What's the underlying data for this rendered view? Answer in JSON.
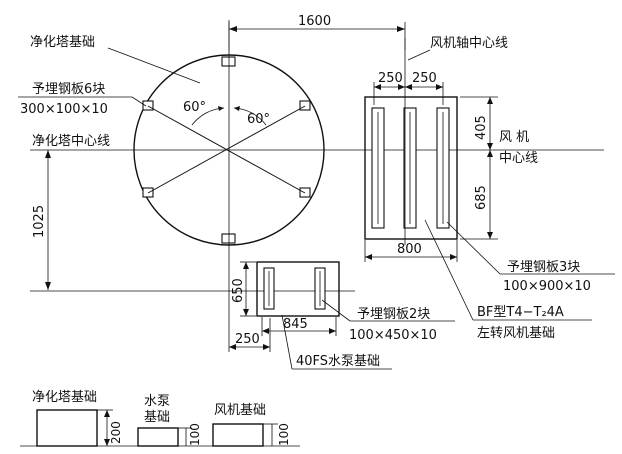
{
  "plan": {
    "dim_total_width": "1600",
    "label_tower_foundation": "净化塔基础",
    "label_plates6_title": "予埋钢板6块",
    "label_plates6_size": "300×100×10",
    "angle_left": "60°",
    "angle_right": "60°",
    "label_tower_centerline": "净化塔中心线",
    "dim_1025": "1025",
    "label_fan_axis_centerline": "风机轴中心线",
    "dim_250_left": "250",
    "dim_250_right": "250",
    "dim_405": "405",
    "dim_685": "685",
    "label_fan_centerline_1": "风  机",
    "label_fan_centerline_2": "中心线",
    "dim_800": "800",
    "label_plates3_title": "予埋钢板3块",
    "label_plates3_size": "100×900×10",
    "label_fan_model": "BF型T4−T₂4A",
    "label_fan_foundation": "左转风机基础",
    "dim_650": "650",
    "dim_845": "845",
    "label_plates2_title": "予埋钢板2块",
    "label_plates2_size": "100×450×10",
    "dim_250_bottom": "250",
    "label_pump_foundation": "40FS水泵基础"
  },
  "elevation": {
    "label_tower": "净化塔基础",
    "label_pump_1": "水泵",
    "label_pump_2": "基础",
    "label_fan": "风机基础",
    "dim_tower_height": "200",
    "dim_pump_height": "100",
    "dim_fan_height": "100"
  }
}
